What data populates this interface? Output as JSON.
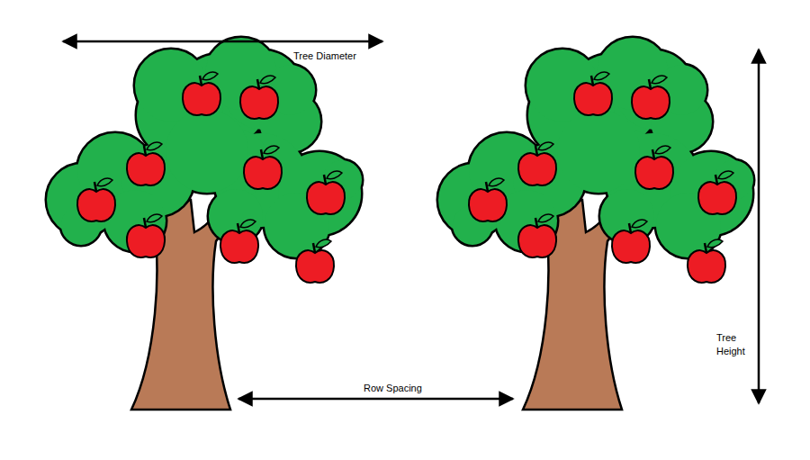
{
  "diagram": {
    "labels": [
      "Tree Diameter",
      "Row Spacing",
      "Tree Height"
    ]
  }
}
